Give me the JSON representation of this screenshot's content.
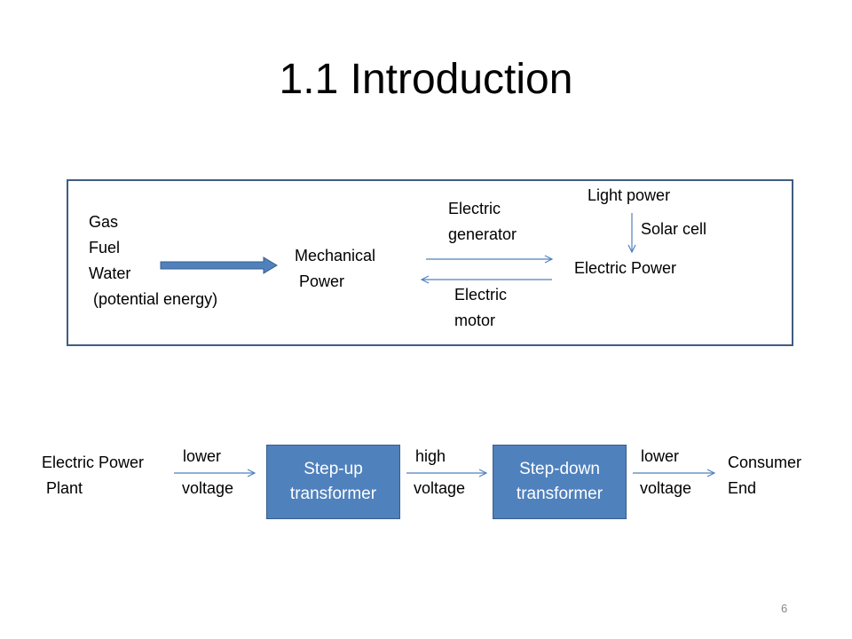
{
  "title": "1.1 Introduction",
  "energy_diagram": {
    "sources": [
      "Gas",
      "Fuel",
      "Water",
      " (potential energy)"
    ],
    "mechanical": [
      "Mechanical",
      " Power"
    ],
    "generator": [
      "Electric",
      "generator"
    ],
    "motor": [
      "Electric",
      "motor"
    ],
    "light": "Light power",
    "solar": "Solar cell",
    "electric_power": "Electric Power"
  },
  "transmission": {
    "plant": [
      "Electric Power",
      " Plant"
    ],
    "arrow1": [
      "lower",
      "voltage"
    ],
    "stepup": [
      "Step-up",
      "transformer"
    ],
    "arrow2": [
      "high",
      "voltage"
    ],
    "stepdown": [
      "Step-down",
      "transformer"
    ],
    "arrow3": [
      "lower",
      "voltage"
    ],
    "consumer": [
      "Consumer",
      "End"
    ]
  },
  "colors": {
    "accent": "#4f81bd",
    "frame": "#3f5d80"
  },
  "page_number": "6"
}
